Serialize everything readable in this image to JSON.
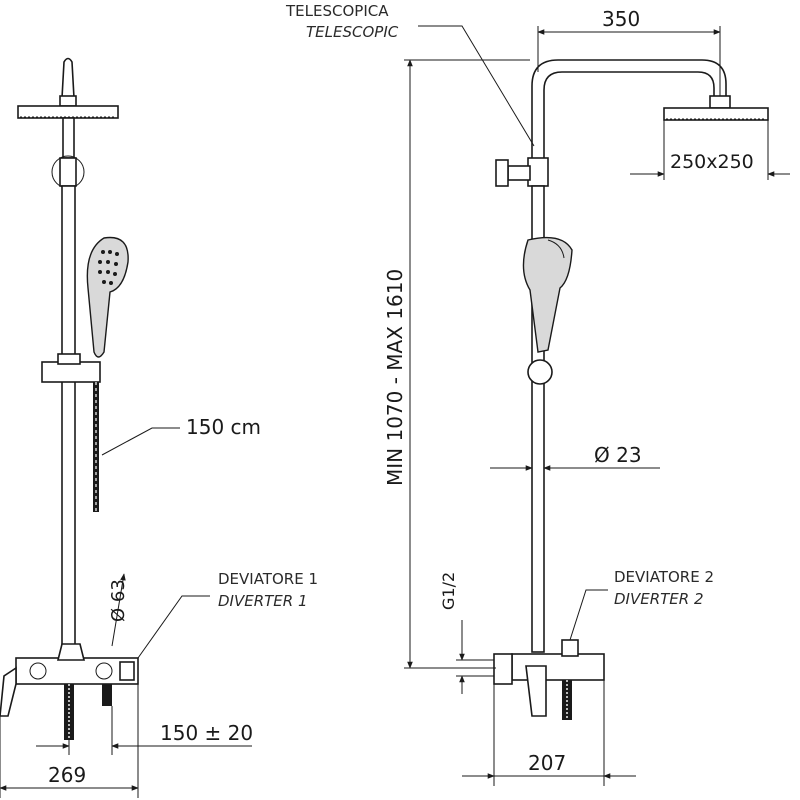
{
  "labels": {
    "telescopic_it": "TELESCOPICA",
    "telescopic_en": "TELESCOPIC",
    "diverter1_it": "DEVIATORE 1",
    "diverter1_en": "DIVERTER 1",
    "diverter2_it": "DEVIATORE 2",
    "diverter2_en": "DIVERTER 2"
  },
  "dimensions": {
    "arm_reach": "350",
    "head_size": "250x250",
    "height_range": "MIN 1070 - MAX 1610",
    "pipe_diameter": "Ø 23",
    "hose_length": "150 cm",
    "knob_diameter": "Ø 63",
    "inlet_thread": "G1/2",
    "inlet_spacing": "150 ± 20",
    "mixer_width": "269",
    "wall_projection": "207"
  }
}
